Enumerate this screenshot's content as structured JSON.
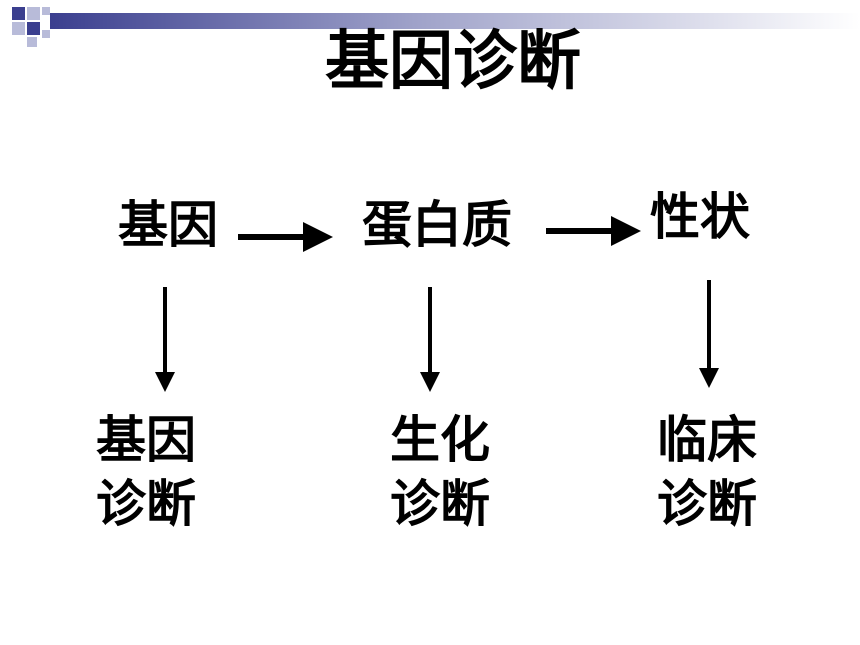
{
  "title": "基因诊断",
  "flow": {
    "gene": "基因",
    "protein": "蛋白质",
    "trait": "性状"
  },
  "diagnosis": {
    "gene": {
      "line1": "基因",
      "line2": "诊断"
    },
    "biochemical": {
      "line1": "生化",
      "line2": "诊断"
    },
    "clinical": {
      "line1": "临床",
      "line2": "诊断"
    }
  },
  "colors": {
    "decor_square": "#3b3f8f",
    "decor_light": "#b8bbd9",
    "decor_gradient_start": "#3b3f8f",
    "text": "#000000",
    "background": "#ffffff"
  }
}
